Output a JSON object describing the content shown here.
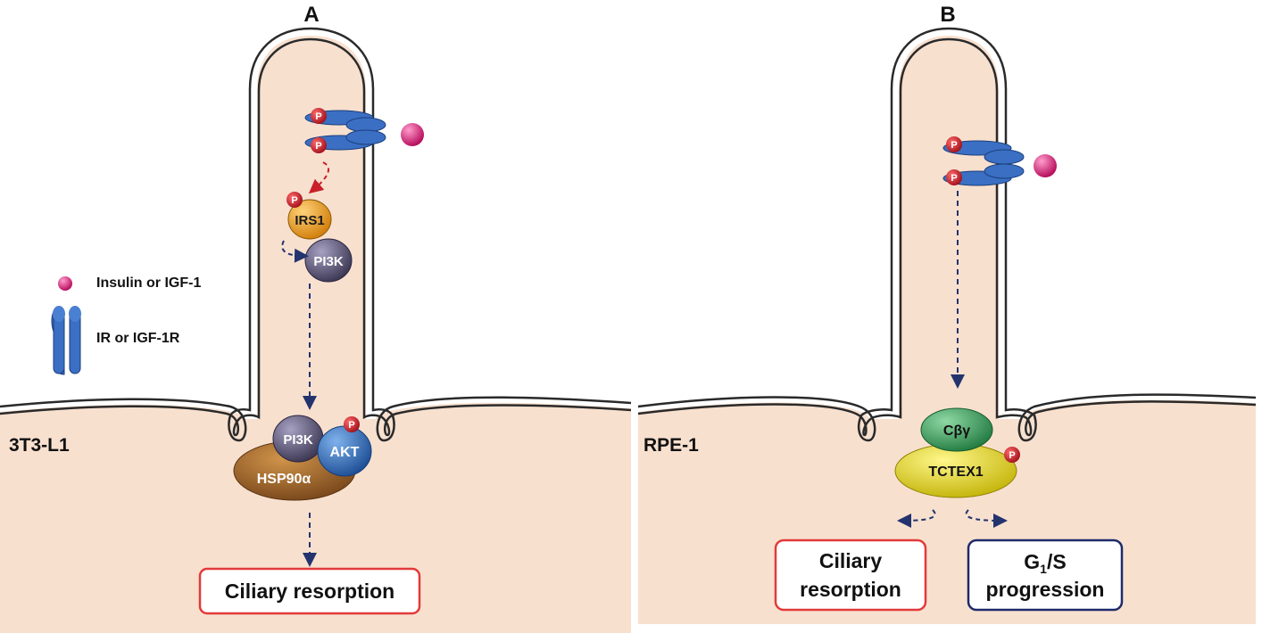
{
  "panel_a": {
    "letter": "A",
    "cell_line": "3T3-L1",
    "phospho": "P",
    "irs1": "IRS1",
    "pi3k_upper": "PI3K",
    "pi3k_lower": "PI3K",
    "akt": "AKT",
    "hsp90": "HSP90α",
    "outcome": "Ciliary resorption"
  },
  "legend": {
    "ligand": "Insulin or IGF-1",
    "receptor": "IR or IGF-1R"
  },
  "panel_b": {
    "letter": "B",
    "cell_line": "RPE-1",
    "phospho": "P",
    "cbg": "Cβγ",
    "tctex1": "TCTEX1",
    "outcome_left_line1": "Ciliary",
    "outcome_left_line2": "resorption",
    "outcome_right_line1_main": "G",
    "outcome_right_line1_sub": "1",
    "outcome_right_line1_rest": "/S",
    "outcome_right_line2": "progression"
  },
  "colors": {
    "cytoplasm": "#f8e0cf",
    "membrane": "#2a2a2a",
    "receptor": "#3a6fc4",
    "ligand": "#e0297e",
    "phospho": "#c8202a",
    "irs1": "#f3a51e",
    "pi3k": "#5b5672",
    "akt": "#2f6fb8",
    "hsp90": "#a0652a",
    "cbg": "#3fa060",
    "tctex1": "#efe22a",
    "arrow_blue": "#23336e",
    "arrow_red": "#c8202a",
    "box_red": "#e23a3a",
    "box_navy": "#1e2a6a"
  }
}
